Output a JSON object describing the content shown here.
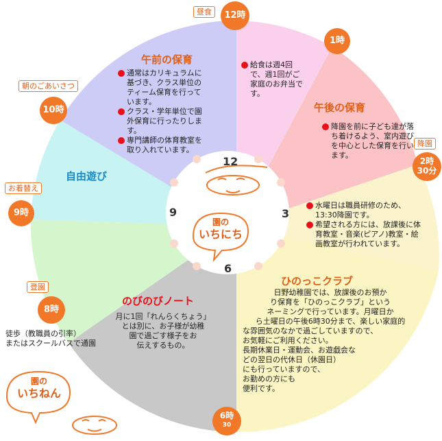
{
  "times": {
    "t12": {
      "main": "12時",
      "tag": "昼食"
    },
    "t1": {
      "main": "1時"
    },
    "t2": {
      "main": "2時",
      "sub": "30分",
      "tag": "降園"
    },
    "t10": {
      "main": "10時",
      "tag": "朝のごあいさつ"
    },
    "t9": {
      "main": "9時",
      "tag": "お着替え"
    },
    "t8": {
      "main": "8時",
      "tag": "登園"
    },
    "t6": {
      "main": "6時",
      "sub": "30"
    }
  },
  "morning": {
    "title": "午前の保育",
    "items": [
      "通常はカリキュラムに基づき、クラス単位のティーム保育を行っています。",
      "クラス・学年単位で園外保育に行ったりします。",
      "専門講師の体育教室を取り入れています。"
    ]
  },
  "lunch": {
    "items": [
      "給食は週4回で、週1回がご家庭のお弁当です。"
    ]
  },
  "afternoon": {
    "title": "午後の保育",
    "items": [
      "降園を前に子ども達が落ち着けるよう、室内遊びを中心とした保育を行います。"
    ]
  },
  "after_pickup": {
    "items": [
      "水曜日は職員研修のため、13:30降園です。",
      "希望される方には、放課後に体育教室・音楽(ピアノ)教室・絵画教室が行われています。"
    ]
  },
  "free_play": {
    "title": "自由遊び"
  },
  "hinokko": {
    "title": "ひのっこクラブ",
    "text": [
      "日野幼稚園では、放課後のお預か",
      "り保育を「ひのっこクラブ」という",
      "ネーミングで行っています。月曜日か",
      "ら土曜日の午後6時30分まで、楽しい家庭的",
      "な雰囲気のなかで過ごしていますので、",
      "お気軽にご利用ください。",
      "長期休業日・運動会、お遊戯会な",
      "どの翌日の代休日（休園日）",
      "にも行っていますので、",
      "お勤めの方にも",
      "便利です。"
    ]
  },
  "nobinobi": {
    "title": "のびのびノート",
    "text": [
      "月に1回「れんらくちょう」",
      "とは別に、お子様が幼稚",
      "園で過ごす様子をお",
      "伝えするもの。"
    ]
  },
  "commute": {
    "text": [
      "徒歩（教職員の引率）",
      "またはスクールバスで通園"
    ]
  },
  "clock": {
    "n12": "12",
    "n3": "3",
    "n6": "6",
    "n9": "9",
    "bubble": [
      "園の",
      "いちにち"
    ]
  },
  "corner_bubble": [
    "園の",
    "いちねん"
  ],
  "colors": {
    "accent": "#f07828",
    "dot": "#e8101a",
    "morning": "#ccccf7",
    "lunch": "#fbd0ec",
    "afternoon": "#fbc3c6",
    "after_pickup": "#fbf3cc",
    "hinokko": "#fbf5c4",
    "nobinobi": "#c8c8c8",
    "free_play": "#c7f3f3",
    "commute": "#d5f5cc"
  }
}
